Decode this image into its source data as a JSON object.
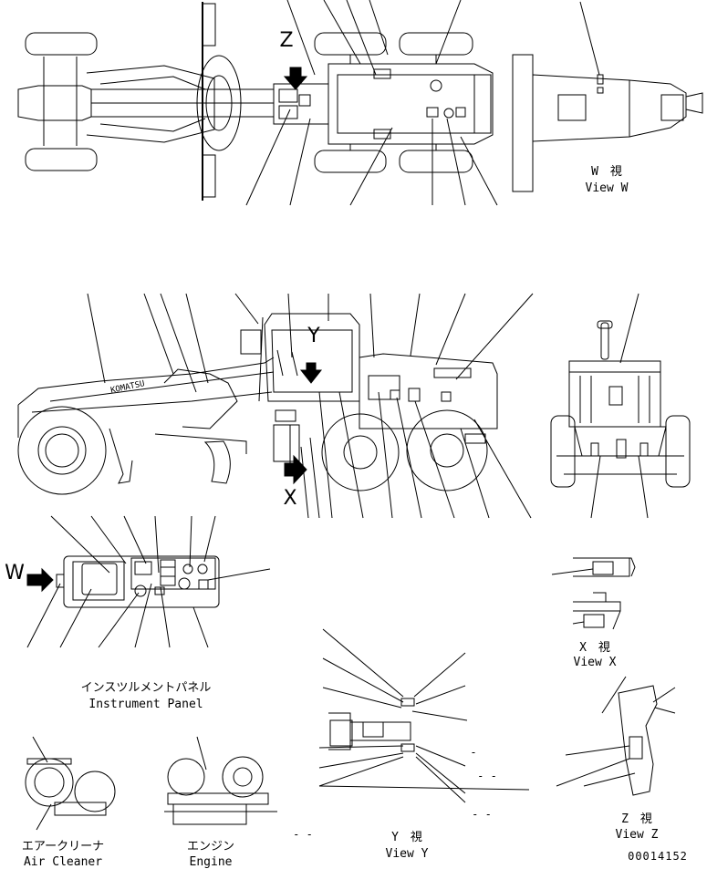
{
  "views": {
    "W": {
      "jp": "W　視",
      "en": "View W"
    },
    "X": {
      "jp": "X　視",
      "en": "View X"
    },
    "Y": {
      "jp": "Y　視",
      "en": "View Y"
    },
    "Z": {
      "jp": "Z　視",
      "en": "View Z"
    }
  },
  "panels": {
    "instrument": {
      "jp": "インスツルメントパネル",
      "en": "Instrument Panel"
    },
    "air_cleaner": {
      "jp": "エアークリーナ",
      "en": "Air Cleaner"
    },
    "engine": {
      "jp": "エンジン",
      "en": "Engine"
    }
  },
  "arrow_letters": {
    "w": "W",
    "x": "X",
    "y": "Y",
    "z": "Z"
  },
  "brand": "KOMATSU",
  "drawing_number": "00014152",
  "dashes": {
    "d1": "-",
    "d2": "- -",
    "d3": "- -",
    "d4": "- -"
  }
}
